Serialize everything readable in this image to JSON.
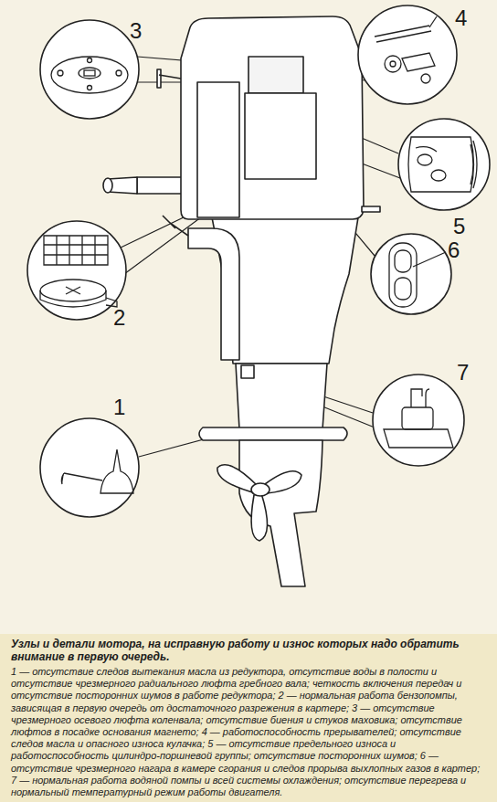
{
  "diagram": {
    "title": "Узлы и детали мотора, на исправную работу и износ которых надо обратить внимание в первую очередь.",
    "caption": "1 — отсутствие следов вытекания масла из редуктора, отсутствие воды в полости и отсутствие чрезмерного радиального люфта гребного вала; четкость включения передач и отсутствие посторонних шумов в работе редуктора; 2 — нормальная работа бензопомпы, зависящая в первую очередь от достаточного разрежения в картере; 3 — отсутствие чрезмерного осевого люфта коленвала; отсутствие биения и стуков маховика; отсутствие люфтов в посадке основания магнето; 4 — работоспособность прерывателей; отсутствие следов масла и опасного износа кулачка; 5 — отсутствие предельного износа и работоспособность цилиндро-поршневой группы; отсутствие посторонних шумов; 6 — отсутствие чрезмерного нагара в камере сгорания и следов прорыва выхлопных газов в картер; 7 — нормальная работа водяной помпы и всей системы охлаждения; отсутствие перегрева и нормальный температурный режим работы двигателя.",
    "labels": [
      "3",
      "4",
      "5",
      "6",
      "2",
      "1",
      "7"
    ]
  }
}
